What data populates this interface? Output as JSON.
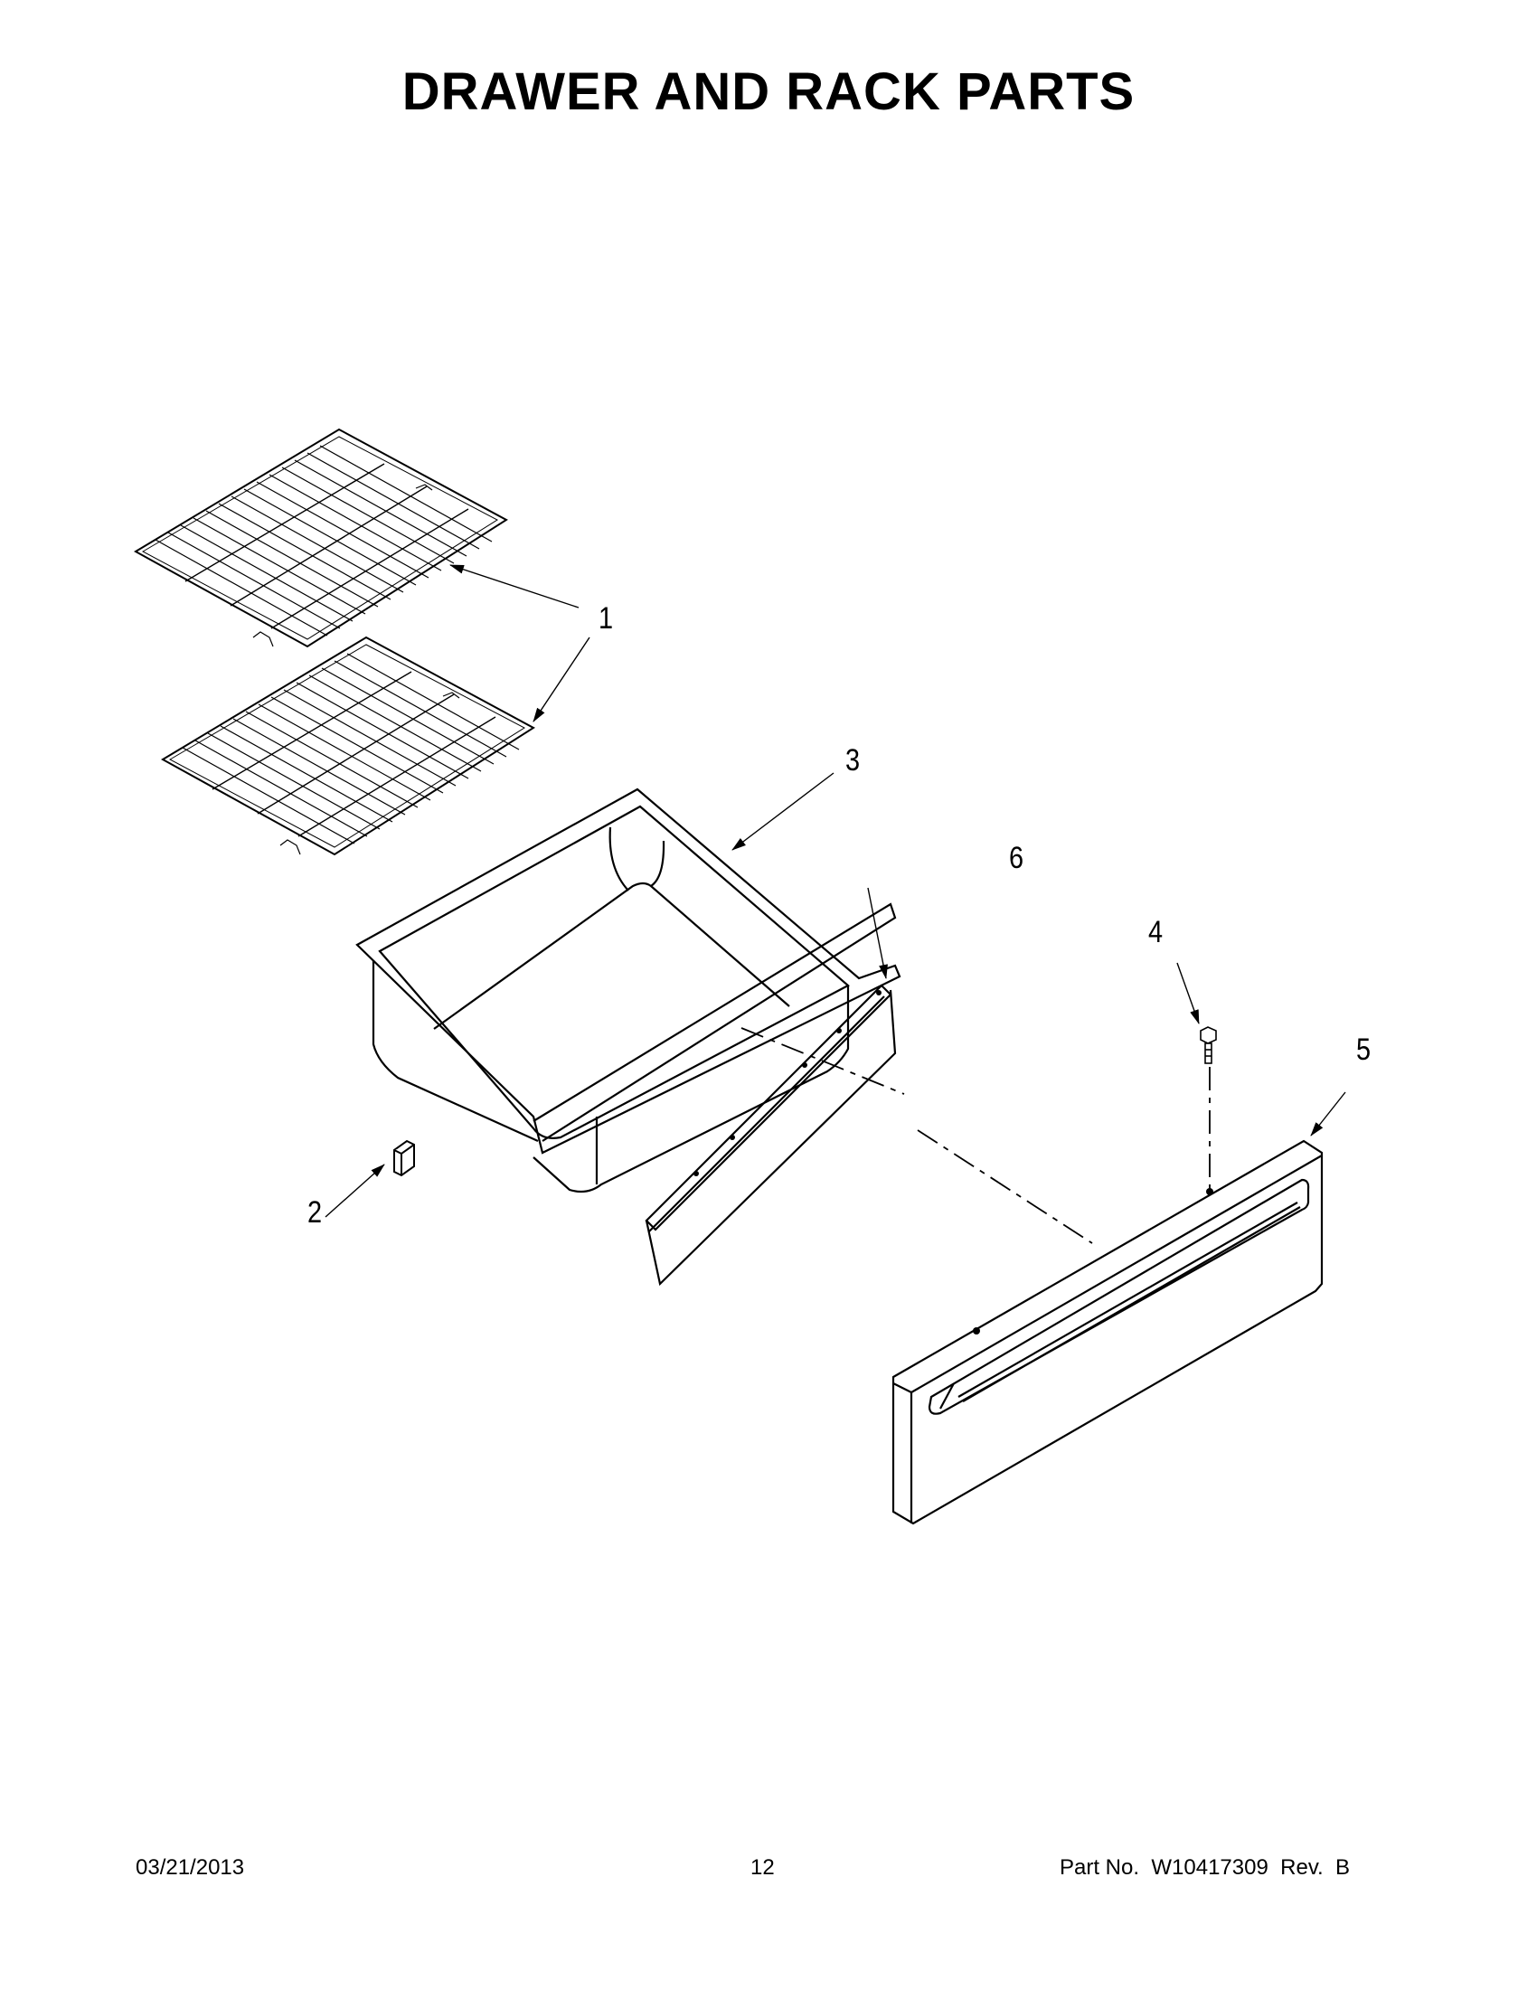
{
  "title": "DRAWER AND RACK PARTS",
  "callouts": [
    {
      "number": "1",
      "part": "oven-rack"
    },
    {
      "number": "2",
      "part": "drawer-stop-clip"
    },
    {
      "number": "3",
      "part": "storage-drawer-pan"
    },
    {
      "number": "4",
      "part": "screw"
    },
    {
      "number": "5",
      "part": "drawer-front-panel"
    },
    {
      "number": "6",
      "part": "drawer-inner-panel"
    }
  ],
  "footer": {
    "date": "03/21/2013",
    "page": "12",
    "part_no": "Part No.  W10417309  Rev.  B"
  }
}
